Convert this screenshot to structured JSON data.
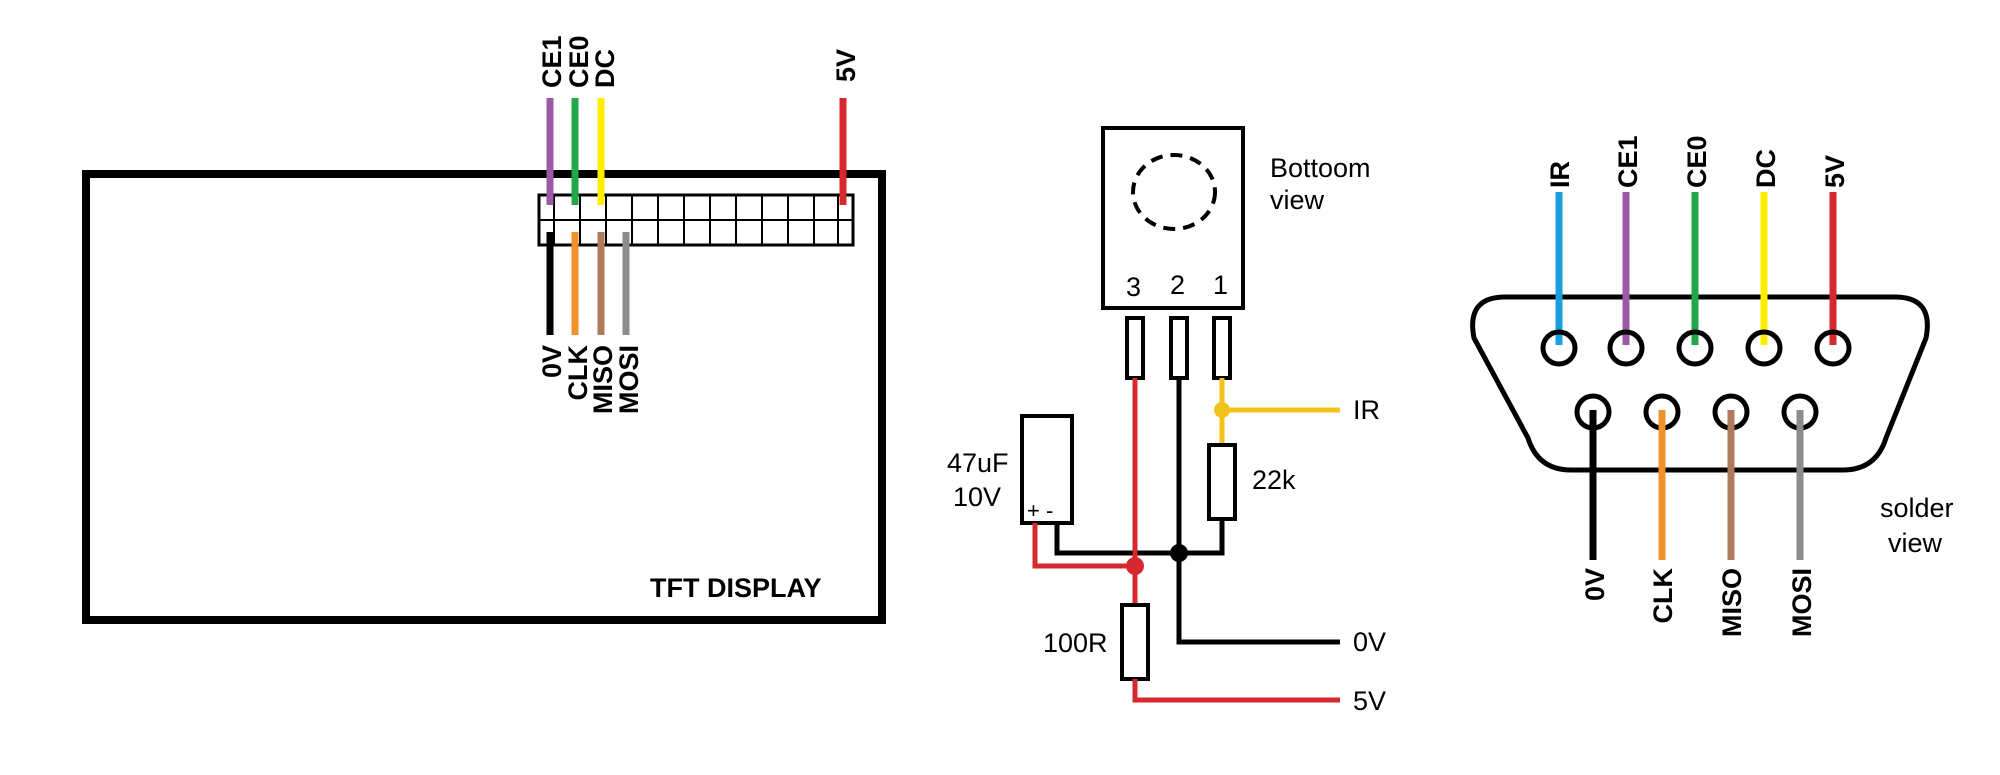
{
  "colors": {
    "purple": "#9b59a6",
    "green": "#22a84a",
    "yellow": "#ffee00",
    "red": "#d6282e",
    "black": "#000000",
    "orange": "#f0922c",
    "brown": "#b07a5e",
    "grey": "#8c8c8c",
    "blue": "#1aa0dd",
    "amber": "#f3c21a"
  },
  "tft": {
    "title": "TFT DISPLAY",
    "top_pins": {
      "ce1": "CE1",
      "ce0": "CE0",
      "dc": "DC",
      "v5": "5V"
    },
    "bottom_pins": {
      "gnd": "0V",
      "clk": "CLK",
      "miso": "MISO",
      "mosi": "MOSI"
    }
  },
  "ir_circuit": {
    "view_label_line1": "Bottoom",
    "view_label_line2": "view",
    "pin_numbers": {
      "p3": "3",
      "p2": "2",
      "p1": "1"
    },
    "ir_label": "IR",
    "resistor_22k": "22k",
    "cap_line1": "47uF",
    "cap_line2": "10V",
    "cap_polarity": "+ -",
    "resistor_100r": "100R",
    "gnd_label": "0V",
    "v5_label": "5V"
  },
  "connector": {
    "top_pins": {
      "ir": "IR",
      "ce1": "CE1",
      "ce0": "CE0",
      "dc": "DC",
      "v5": "5V"
    },
    "bottom_pins": {
      "gnd": "0V",
      "clk": "CLK",
      "miso": "MISO",
      "mosi": "MOSI"
    },
    "view_line1": "solder",
    "view_line2": "view"
  }
}
